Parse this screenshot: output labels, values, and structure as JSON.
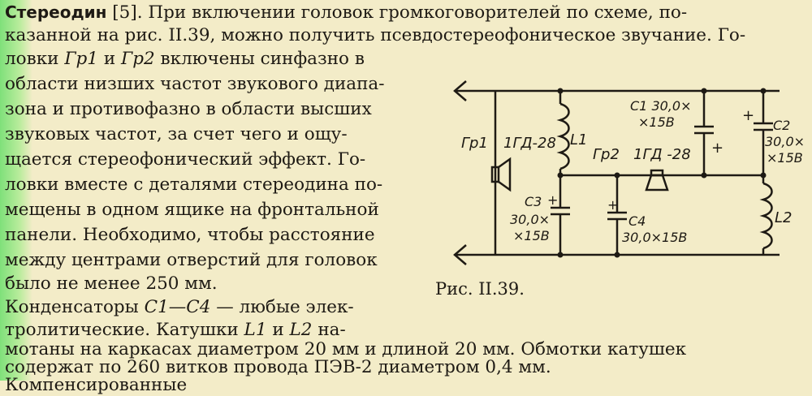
{
  "text": {
    "l1_bold": "Стереодин",
    "l1": " [5]. При включении головок громкоговорителей по схеме, по-",
    "l2": "казанной на рис. II.39, можно получить псевдостереофоническое звучание. Го-",
    "l3a": "ловки ",
    "l3b": "Гр1",
    "l3c": " и ",
    "l3d": "Гр2",
    "l3e": " включены синфазно в",
    "l4": "области низших частот звукового диапа-",
    "l5": "зона и противофазно в области высших",
    "l6": "звуковых частот, за счет чего и ощу-",
    "l7": "щается стереофонический эффект. Го-",
    "l8": "ловки вместе с деталями стереодина по-",
    "l9": "мещены в одном ящике на фронтальной",
    "l10": "панели. Необходимо, чтобы расстояние",
    "l11": "между центрами отверстий для головок",
    "l12": "было не менее 250 мм.",
    "l13a": "Конденсаторы ",
    "l13b": "С1—С4",
    "l13c": " — любые элек-",
    "l14": "тролитические. Катушки ",
    "l14b": "L1",
    "l14c": " и ",
    "l14d": "L2",
    "l14e": " на-",
    "l15": "мотаны на каркасах диаметром 20 мм и длиной 20 мм. Обмотки катушек",
    "l16": "содержат по 260 витков провода ПЭВ-2 диаметром 0,4 мм.",
    "l17": "Компенсированные"
  },
  "caption": "Рис. II.39.",
  "schematic": {
    "gr1": "Гр1",
    "gr1_type": "1ГД-28",
    "l1": "L1",
    "gr2": "Гр2",
    "gr2_type": "1ГД -28",
    "c1_line1": "С1 30,0×",
    "c1_line2": "×15В",
    "c2_name": "С2",
    "c2_line2": "30,0×",
    "c2_line3": "×15В",
    "c3_name": "С3",
    "c3_line2": "30,0×",
    "c3_line3": "×15В",
    "c4_name": "С4",
    "c4_line2": "30,0×15В",
    "l2": "L2",
    "plus": "+"
  }
}
